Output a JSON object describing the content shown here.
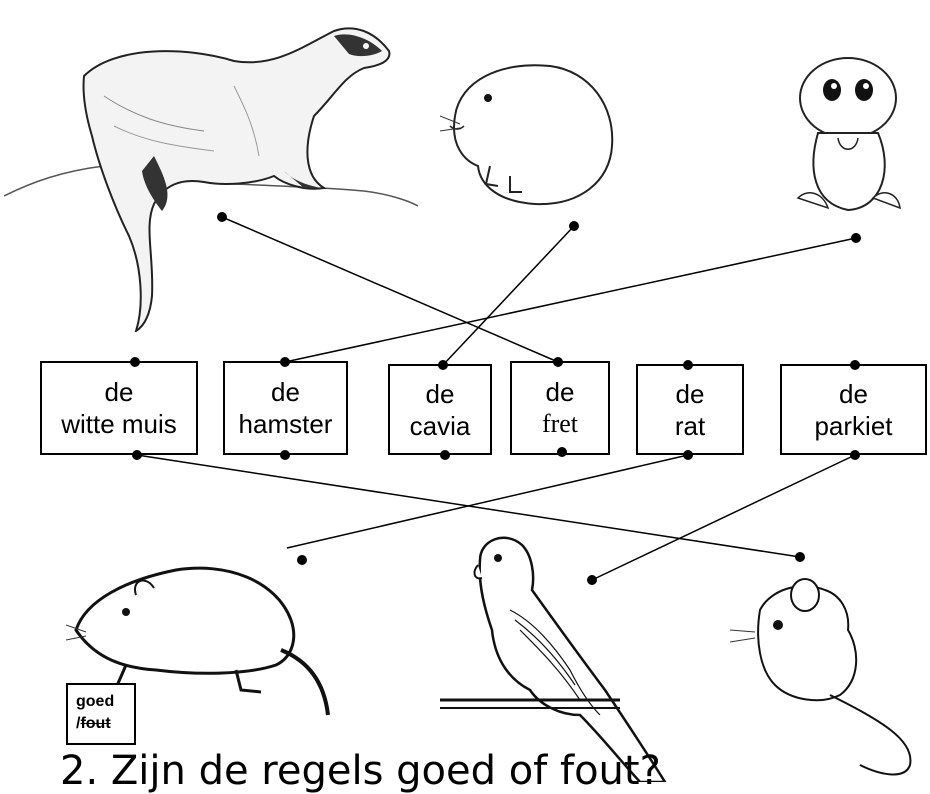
{
  "arrow_icon": "arrow-down-right",
  "labels": [
    {
      "id": "witte-muis",
      "line1": "de",
      "line2": "witte muis"
    },
    {
      "id": "hamster",
      "line1": "de",
      "line2": "hamster"
    },
    {
      "id": "cavia",
      "line1": "de",
      "line2": "cavia"
    },
    {
      "id": "fret",
      "line1": "de",
      "line2": "fret"
    },
    {
      "id": "rat",
      "line1": "de",
      "line2": "rat"
    },
    {
      "id": "parkiet",
      "line1": "de",
      "line2": "parkiet"
    }
  ],
  "badge": {
    "line1": "goed",
    "slash": "/",
    "struck": "fout"
  },
  "question": "2. Zijn de regels goed of fout?"
}
